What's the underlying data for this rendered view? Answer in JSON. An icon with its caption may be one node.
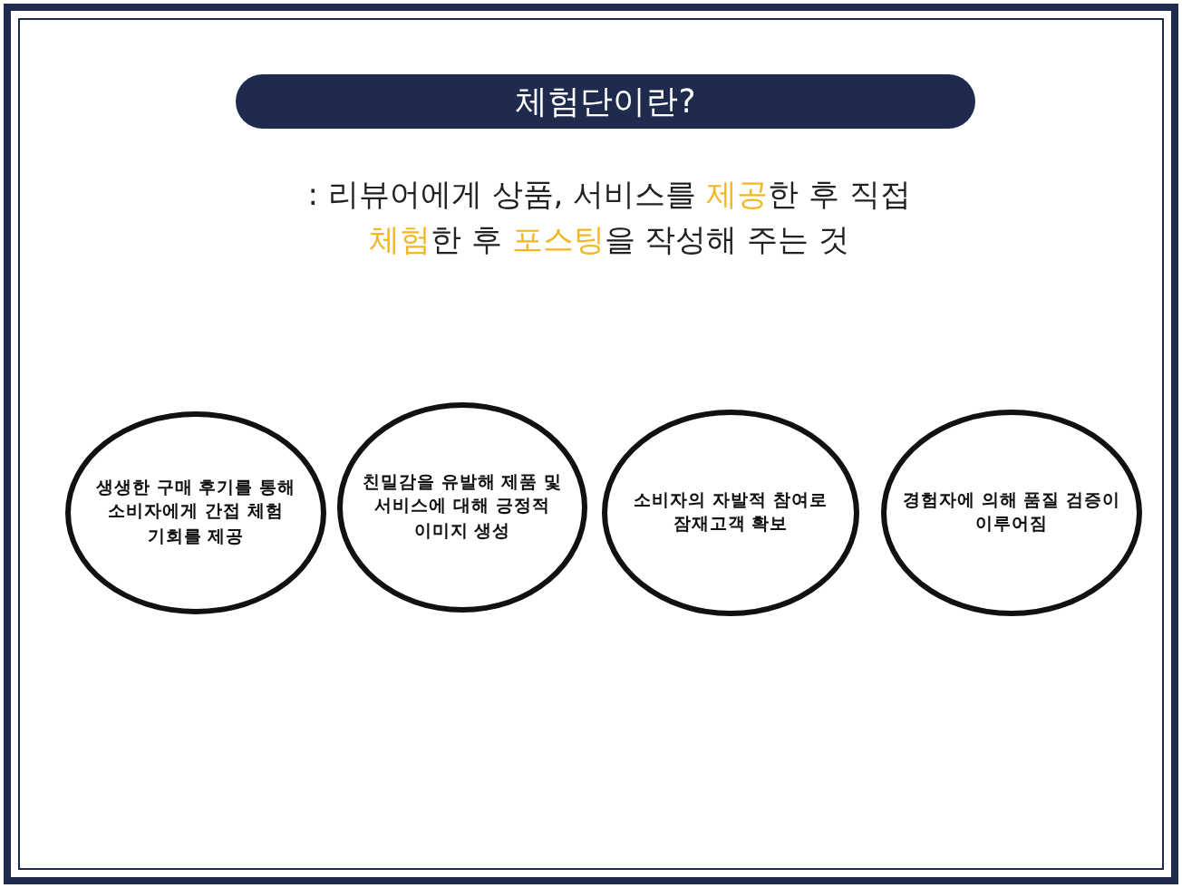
{
  "diagram": {
    "nodes": [
      {
        "text": [
          "체험단이란?"
        ]
      },
      {
        "text": [
          "생생한 구매 후기를 통해 소비자에게 간접 체험 기회를 제공"
        ]
      },
      {
        "text": [
          "친밀감을 유발해 제품 및 서비스에 대해 긍정적 이미지 생성"
        ]
      },
      {
        "text": [
          "소비자의 자발적 참여로 잠재고객 확보"
        ]
      },
      {
        "text": [
          "경험자에 의해 품질 검증이 이루어짐"
        ]
      }
    ],
    "labels": [
      ": 리뷰어에게 상품, 서비스를 **제공**한 후 직접 **체험**한 후 **포스팅**을 작성해 주는 것"
    ]
  }
}
